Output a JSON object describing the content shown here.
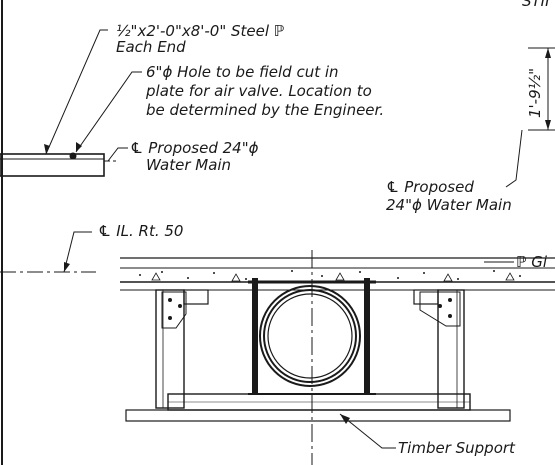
{
  "sheet": {
    "corner_fragment": "STII"
  },
  "callouts": {
    "steel_plate": {
      "line1": "½\"x2'-0\"x8'-0\" Steel ℙ",
      "line2": "Each End"
    },
    "hole_note": {
      "line1": "6\"ϕ Hole to be field cut in",
      "line2": "plate for air valve.  Location to",
      "line3": "be determined by the Engineer."
    },
    "main_left": {
      "line1": "℄ Proposed 24\"ϕ",
      "line2": "Water Main"
    },
    "main_right": {
      "line1": "℄ Proposed",
      "line2": "24\"ϕ Water Main"
    },
    "il_route": {
      "text": "℄ IL. Rt. 50"
    },
    "girder": {
      "text": "ℙ Gi"
    },
    "support": {
      "text": "Timber Support"
    }
  },
  "dimension": {
    "text": "1'-9½\""
  }
}
